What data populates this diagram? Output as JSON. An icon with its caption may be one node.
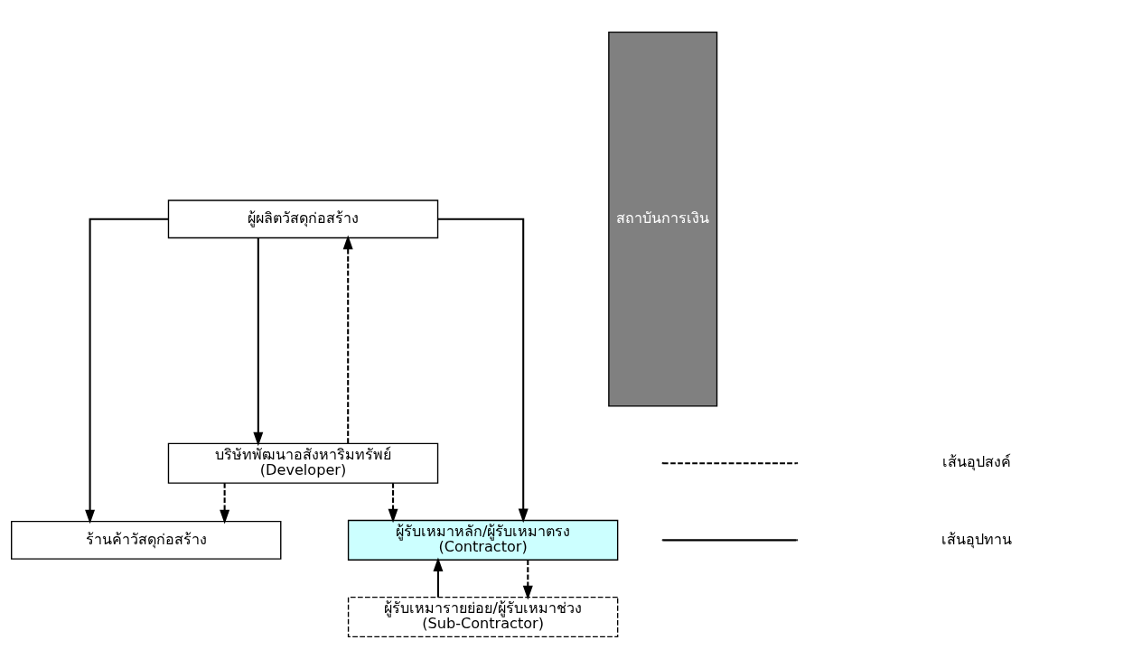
{
  "diagram": {
    "nodes": [
      {
        "text": [
          "ผู้ผลิตวัสดุก่อสร้าง"
        ]
      },
      {
        "text": [
          "ร้านค้าวัสดุก่อสร้าง"
        ]
      },
      {
        "text": [
          "ผู้รับเหมารายย่อย/ผู้รับเหมาช่วง",
          "(Sub-Contractor)"
        ]
      },
      {
        "text": [
          "ผู้รับเหมาหลัก/ผู้รับเหมาตรง",
          "(Contractor)"
        ]
      },
      {
        "text": [
          "บริษัทพัฒนาอสังหาริมทรัพย์",
          "(Developer)"
        ]
      },
      {
        "text": [
          "สถาบันการเงิน"
        ]
      }
    ],
    "edges": [
      {
        "from": 4,
        "to": 0,
        "arrow": "to",
        "style": "dashed"
      },
      {
        "from": 4,
        "to": 1,
        "arrow": "to",
        "style": "dashed"
      },
      {
        "from": 4,
        "to": 3,
        "arrow": "to",
        "style": "dashed"
      },
      {
        "from": 0,
        "to": 1,
        "arrow": "to"
      },
      {
        "from": 0,
        "to": 3,
        "arrow": "to"
      },
      {
        "from": 0,
        "to": 4,
        "arrow": "to"
      },
      {
        "from": 3,
        "to": 2,
        "arrow": "to",
        "style": "dashed"
      },
      {
        "from": 2,
        "to": 3,
        "arrow": "to"
      }
    ],
    "legend": [
      {
        "text": "เส้นอุปสงค์"
      },
      {
        "text": "เส้นอุปทาน"
      }
    ]
  }
}
